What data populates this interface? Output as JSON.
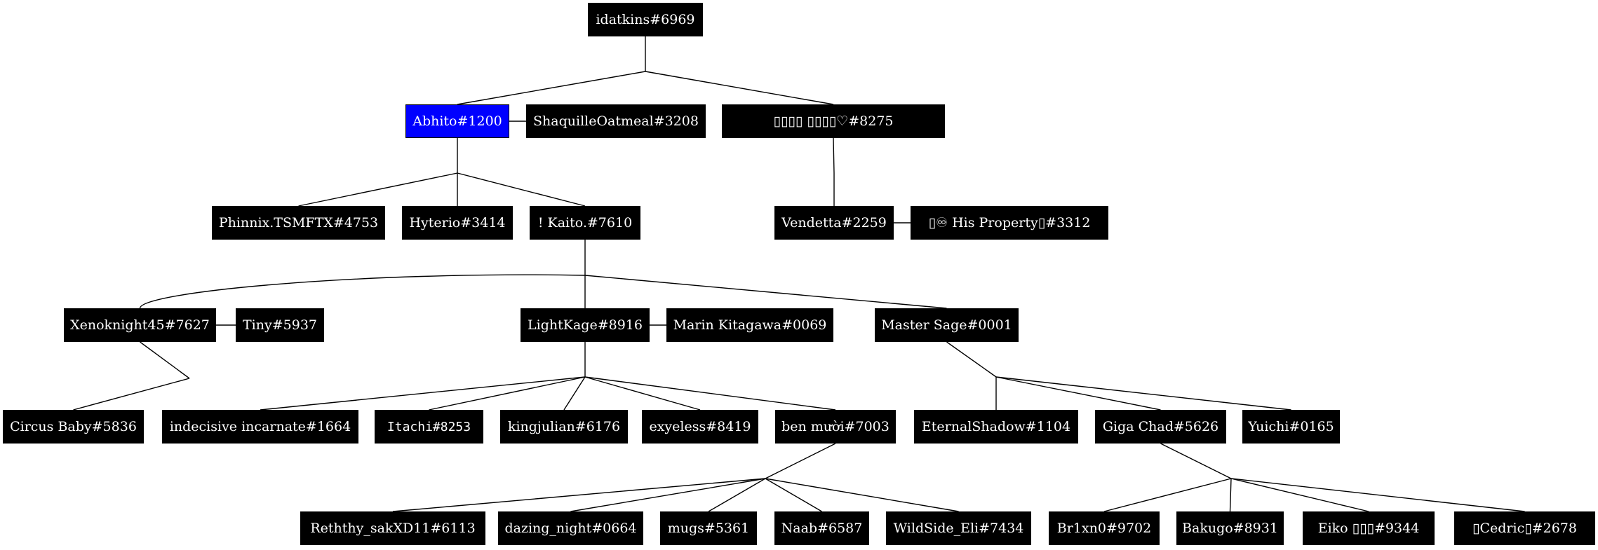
{
  "colors": {
    "node_fill": "#000000",
    "node_text": "#ffffff",
    "highlight_fill": "#0000ff",
    "edge": "#000000"
  },
  "tree": {
    "nodes": [
      {
        "id": "n1",
        "label": "idatkins#6969"
      },
      {
        "id": "n2",
        "label": "Abhito#1200",
        "highlight": true
      },
      {
        "id": "n3",
        "label": "ShaquilleOatmeal#3208"
      },
      {
        "id": "n4",
        "label": "▯▯▯▯ ▯▯▯▯♡#8275"
      },
      {
        "id": "n5",
        "label": "Phinnix.TSMFTX#4753"
      },
      {
        "id": "n6",
        "label": "Hyterio#3414"
      },
      {
        "id": "n7",
        "label": "! Kaito.#7610"
      },
      {
        "id": "n8",
        "label": "Vendetta#2259"
      },
      {
        "id": "n9",
        "label": "▯♾ His Property▯#3312"
      },
      {
        "id": "n10",
        "label": "Xenoknight45#7627"
      },
      {
        "id": "n11",
        "label": "Tiny#5937"
      },
      {
        "id": "n12",
        "label": "LightKage#8916"
      },
      {
        "id": "n13",
        "label": "Marin Kitagawa#0069"
      },
      {
        "id": "n14",
        "label": "Master Sage#0001"
      },
      {
        "id": "n15",
        "label": "Circus Baby#5836"
      },
      {
        "id": "n16",
        "label": "indecisive incarnate#1664"
      },
      {
        "id": "n17",
        "label": "Itachi#8253",
        "mono": true
      },
      {
        "id": "n18",
        "label": "kingjulian#6176"
      },
      {
        "id": "n19",
        "label": "exyeless#8419"
      },
      {
        "id": "n20",
        "label": "ben mười#7003"
      },
      {
        "id": "n21",
        "label": "EternalShadow#1104"
      },
      {
        "id": "n22",
        "label": "Giga Chad#5626"
      },
      {
        "id": "n23",
        "label": "Yuichi#0165"
      },
      {
        "id": "n24",
        "label": "Reththy_sakXD11#6113"
      },
      {
        "id": "n25",
        "label": "dazing_night#0664"
      },
      {
        "id": "n26",
        "label": "mugs#5361"
      },
      {
        "id": "n27",
        "label": "Naab#6587"
      },
      {
        "id": "n28",
        "label": "WildSide_Eli#7434"
      },
      {
        "id": "n29",
        "label": "Br1xn0#9702"
      },
      {
        "id": "n30",
        "label": "Bakugo#8931"
      },
      {
        "id": "n31",
        "label": "Eiko ▯▯▯#9344"
      },
      {
        "id": "n32",
        "label": "▯Cedric▯#2678"
      }
    ],
    "families": [
      {
        "parents": [
          "n1"
        ],
        "children": [
          "n2",
          "n4"
        ]
      },
      {
        "parents": [
          "n2",
          "n3"
        ],
        "children": [
          "n5",
          "n6",
          "n7"
        ]
      },
      {
        "parents": [
          "n4"
        ],
        "children": [
          "n8"
        ]
      },
      {
        "parents": [
          "n7"
        ],
        "children": [
          "n10",
          "n12",
          "n14"
        ]
      },
      {
        "parents": [
          "n10",
          "n11"
        ],
        "children": [
          "n15"
        ]
      },
      {
        "parents": [
          "n12",
          "n13"
        ],
        "children": [
          "n16",
          "n17",
          "n18",
          "n19",
          "n20"
        ]
      },
      {
        "parents": [
          "n14"
        ],
        "children": [
          "n21",
          "n22",
          "n23"
        ]
      },
      {
        "parents": [
          "n20"
        ],
        "children": [
          "n24",
          "n25",
          "n26",
          "n27",
          "n28"
        ]
      },
      {
        "parents": [
          "n22"
        ],
        "children": [
          "n29",
          "n30",
          "n31",
          "n32"
        ]
      }
    ],
    "spouses": [
      [
        "n2",
        "n3"
      ],
      [
        "n8",
        "n9"
      ],
      [
        "n10",
        "n11"
      ],
      [
        "n12",
        "n13"
      ]
    ]
  }
}
